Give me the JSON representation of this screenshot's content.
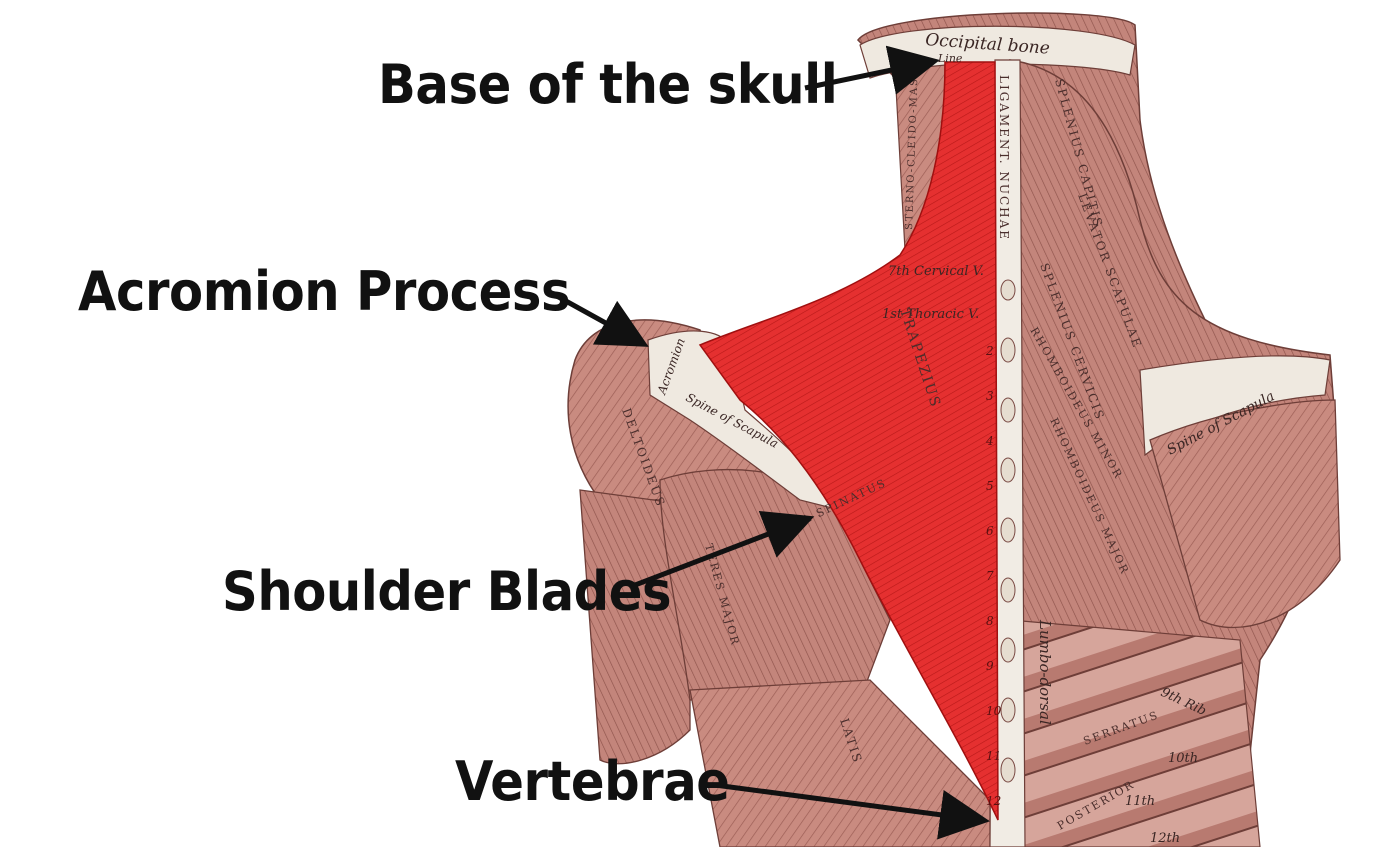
{
  "callouts": {
    "skull": "Base of the skull",
    "acromion": "Acromion Process",
    "shoulder_blades": "Shoulder Blades",
    "vertebrae": "Vertebrae"
  },
  "engraving_labels": {
    "occipital_bone": "Occipital bone",
    "line": "Line",
    "ligament_nuchae": "LIGAMENT. NUCHAE",
    "sterno_cleido_mastoid": "STERNO-CLEIDO-MAS.",
    "splenius_capitis": "SPLENIUS CAPITIS",
    "levator_scapulae": "LEVATOR SCAPULAE",
    "splenius_cervicis": "SPLENIUS CERVICIS",
    "cervical_7": "7th Cervical V.",
    "thoracic_1": "1st Thoracic V.",
    "acromion": "Acromion",
    "spine_of_scapula_left": "Spine of Scapula",
    "spine_of_scapula_right": "Spine of Scapula",
    "trapezius": "TRAPEZIUS",
    "deltoideus": "DELTOIDEUS",
    "rhomboideus_minor": "RHOMBOIDEUS MINOR",
    "rhomboideus_major": "RHOMBOIDEUS MAJOR",
    "infraspinatus": "INFRA SPINATUS",
    "teres_major": "TERES MAJOR",
    "lumbo_dorsal": "Lumbo-dorsal",
    "latissimus": "LATIS",
    "serratus": "SERRATUS",
    "posterior": "POSTERIOR",
    "rib_9": "9th Rib",
    "rib_10": "10th",
    "rib_11": "11th",
    "rib_12": "12th"
  },
  "vertebra_numbers": [
    "2",
    "3",
    "4",
    "5",
    "6",
    "7",
    "8",
    "9",
    "10",
    "11",
    "12"
  ],
  "colors": {
    "muscle": "#c88a7e",
    "muscle_dark": "#7a4a44",
    "trapezius": "#e02a2a",
    "bone": "#f1ece4",
    "arrow": "#111111"
  }
}
